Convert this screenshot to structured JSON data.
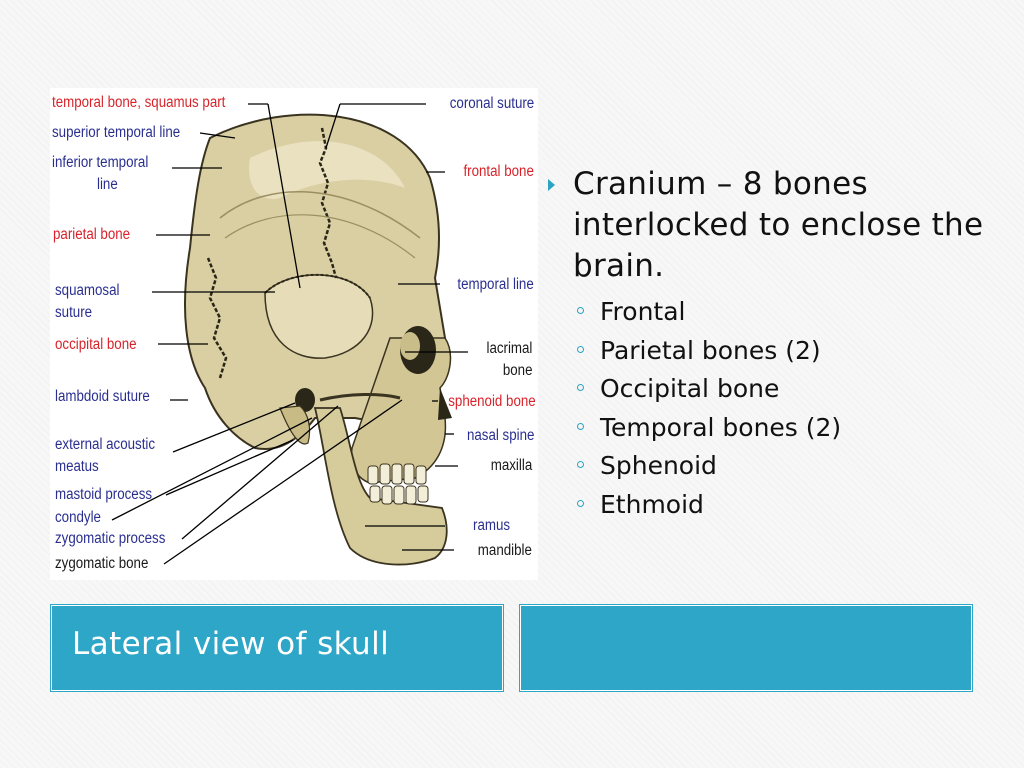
{
  "figure": {
    "labels_left": {
      "temporal_squamus": "temporal bone, squamus part",
      "superior_temporal_line": "superior temporal line",
      "inferior_temporal_line_1": "inferior temporal",
      "inferior_temporal_line_2": "line",
      "parietal_bone": "parietal bone",
      "squamosal_suture_1": "squamosal",
      "squamosal_suture_2": "suture",
      "occipital_bone": "occipital bone",
      "lambdoid_suture": "lambdoid suture",
      "external_acoustic_1": "external acoustic",
      "external_acoustic_2": "meatus",
      "mastoid_process": "mastoid process",
      "condyle": "condyle",
      "zygomatic_process": "zygomatic process",
      "zygomatic_bone": "zygomatic bone"
    },
    "labels_right": {
      "coronal_suture": "coronal suture",
      "frontal_bone": "frontal bone",
      "temporal_line": "temporal line",
      "lacrimal_bone_1": "lacrimal",
      "lacrimal_bone_2": "bone",
      "sphenoid_bone": "sphenoid bone",
      "nasal_spine": "nasal spine",
      "maxilla": "maxilla",
      "ramus": "ramus",
      "mandible": "mandible"
    }
  },
  "content": {
    "main_bullet": "Cranium – 8 bones interlocked to enclose the brain.",
    "sub_items": [
      "Frontal",
      "Parietal bones (2)",
      "Occipital bone",
      "Temporal bones (2)",
      "Sphenoid",
      "Ethmoid"
    ]
  },
  "caption": "Lateral view of skull",
  "colors": {
    "accent": "#2ea6c7",
    "label_red": "#d8232a",
    "label_blue": "#2a2f8f"
  }
}
